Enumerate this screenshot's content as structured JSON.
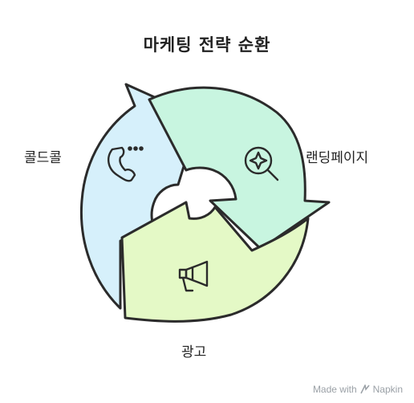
{
  "title": "마케팅 전략 순환",
  "segments": [
    {
      "label": "콜드콜",
      "icon": "phone-call-icon",
      "color": "#d6f0fb"
    },
    {
      "label": "랜딩페이지",
      "icon": "search-sparkle-icon",
      "color": "#c8f5e0"
    },
    {
      "label": "광고",
      "icon": "megaphone-icon",
      "color": "#e4f9c6"
    }
  ],
  "watermark": {
    "made_with": "Made with",
    "brand": "Napkin"
  }
}
